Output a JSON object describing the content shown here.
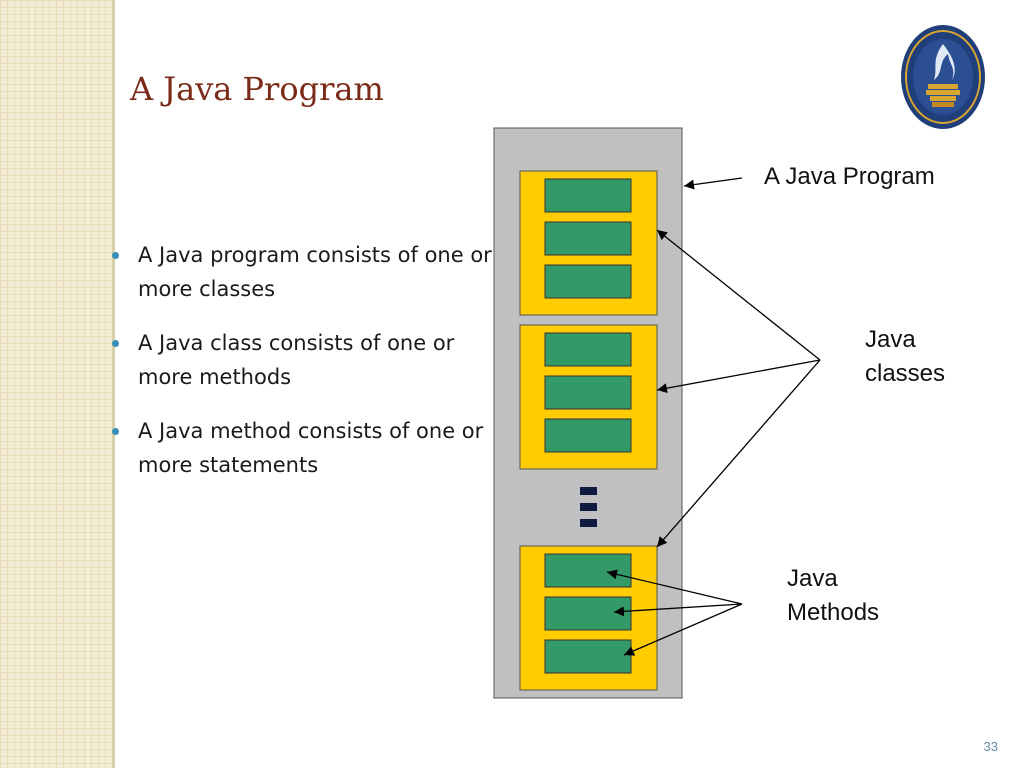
{
  "slide": {
    "title": "A Java Program",
    "page_number": "33"
  },
  "bullets": [
    {
      "text": "A Java program consists of one or more classes"
    },
    {
      "text": "A Java class consists of one or more methods"
    },
    {
      "text": "A Java method consists of one or more statements"
    }
  ],
  "diagram": {
    "program_label": "A Java Program",
    "classes_label": [
      "Java",
      "classes"
    ],
    "methods_label": [
      "Java",
      "Methods"
    ]
  },
  "colors": {
    "title": "#7a2a16",
    "program_box": "#c0c0c0",
    "class_box": "#ffcc00",
    "method_box": "#339966",
    "bullet": "#3a8fb5"
  },
  "logo": {
    "icon": "university-seal-icon"
  }
}
